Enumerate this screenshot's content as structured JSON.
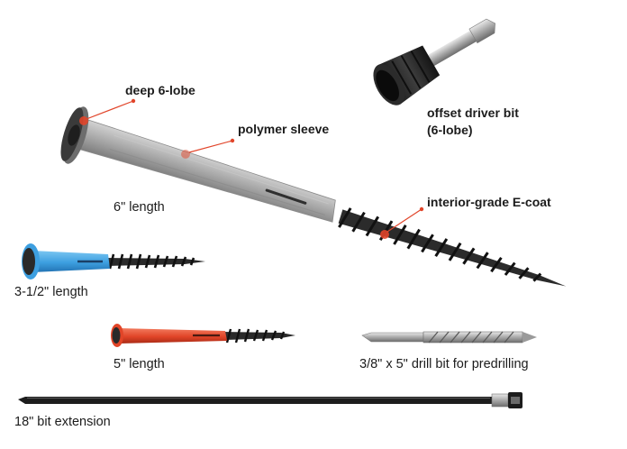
{
  "callouts": {
    "lobe": "deep 6-lobe",
    "sleeve": "polymer sleeve",
    "bit_line1": "offset driver bit",
    "bit_line2": "(6-lobe)",
    "coating": "interior-grade E-coat"
  },
  "captions": {
    "six_inch": "6\" length",
    "three_half_inch": "3-1/2\" length",
    "five_inch": "5\" length",
    "drill_bit": "3/8\" x 5\" drill bit for predrilling",
    "extension": "18\" bit extension"
  },
  "colors": {
    "callout_dot": "#e1452a",
    "sleeve_gray": "#a9a9a9",
    "blue_sleeve": "#43a7e6",
    "red_sleeve": "#e4492d",
    "screw_dark": "#2a2a2a"
  }
}
